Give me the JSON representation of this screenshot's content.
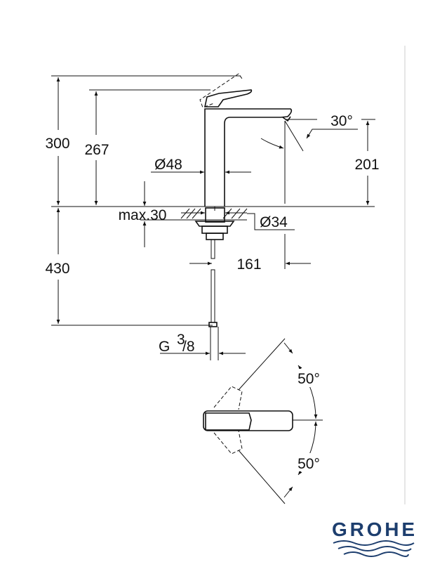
{
  "dimensions": {
    "total_height": "300",
    "lever_height": "267",
    "spout_height": "201",
    "spout_angle": "30°",
    "body_diameter": "Ø48",
    "max_deck": "max.30",
    "hole_diameter": "Ø34",
    "hose_length": "430",
    "spout_reach": "161",
    "connection_prefix": "G",
    "connection_num": "3",
    "connection_den": "/8",
    "lever_left": "50°",
    "lever_right": "50°"
  },
  "brand": {
    "name": "GROHE",
    "color": "#1d3e6e"
  }
}
